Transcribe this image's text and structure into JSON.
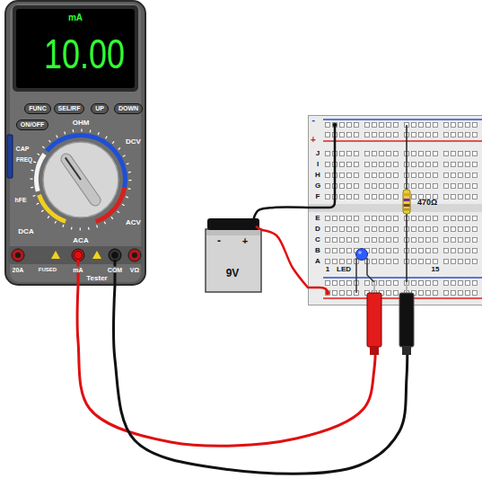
{
  "diagram": {
    "nodes": [
      {
        "text": [
          "OHM",
          "DCV",
          "ACV",
          "CAP",
          "FREQ",
          "hFE",
          "DCA",
          "ACA",
          "20A",
          "FUSED",
          "mA",
          "COM",
          "VΩ",
          "Tester"
        ]
      },
      {
        "text": [
          "mA",
          "10.00"
        ],
        "in": 0
      },
      {
        "text": [
          "FUNC"
        ],
        "in": 0
      },
      {
        "text": [
          "SEL/RF"
        ],
        "in": 0
      },
      {
        "text": [
          "UP"
        ],
        "in": 0
      },
      {
        "text": [
          "DOWN"
        ],
        "in": 0
      },
      {
        "text": [
          "ON/OFF"
        ],
        "in": 0
      },
      {
        "text": [
          "-",
          "+",
          "9V"
        ]
      },
      {
        "text": [
          "-",
          "+",
          "J",
          "I",
          "H",
          "G",
          "F",
          "E",
          "D",
          "C",
          "B",
          "A",
          "1",
          "15"
        ]
      }
    ],
    "edges": [
      {
        "from": 0,
        "to": 8,
        "arrow": "none"
      },
      {
        "from": 0,
        "to": 8,
        "arrow": "none"
      },
      {
        "from": 7,
        "to": 8,
        "arrow": "none"
      },
      {
        "from": 7,
        "to": 8,
        "arrow": "none"
      }
    ],
    "labels": [
      "LED",
      "470Ω"
    ]
  }
}
